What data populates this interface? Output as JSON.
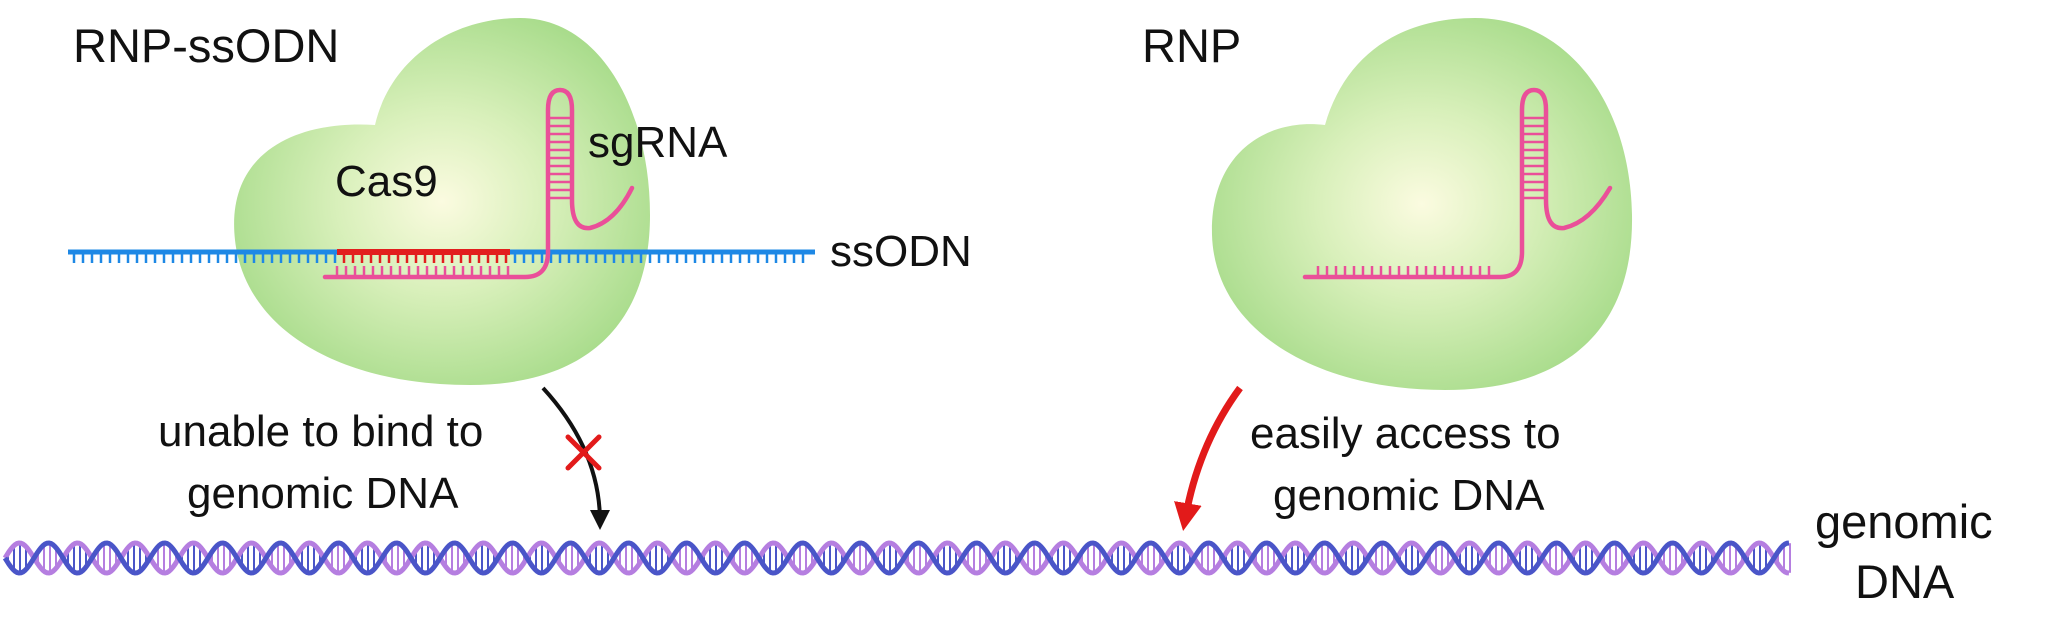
{
  "panels": {
    "left": {
      "title": "RNP-ssODN",
      "protein_label": "Cas9",
      "guide_label": "sgRNA",
      "donor_label": "ssODN",
      "outcome_line1": "unable to bind to",
      "outcome_line2": "genomic DNA"
    },
    "right": {
      "title": "RNP",
      "outcome_line1": "easily access to",
      "outcome_line2": "genomic DNA"
    }
  },
  "dna_label_line1": "genomic",
  "dna_label_line2": "DNA",
  "colors": {
    "protein_center": "#fbfbe0",
    "protein_edge": "#a9dc8c",
    "sgRNA": "#ea4f99",
    "ssODN": "#1e88e5",
    "ssODN_paired": "#e21e1e",
    "dna_strand_a": "#4a55c8",
    "dna_strand_b": "#b57ee0",
    "blocked_arrow": "#111111",
    "access_arrow": "#e21a1a",
    "block_cross": "#e21a1a"
  },
  "icons": {
    "blocked": "cross-mark-icon"
  }
}
